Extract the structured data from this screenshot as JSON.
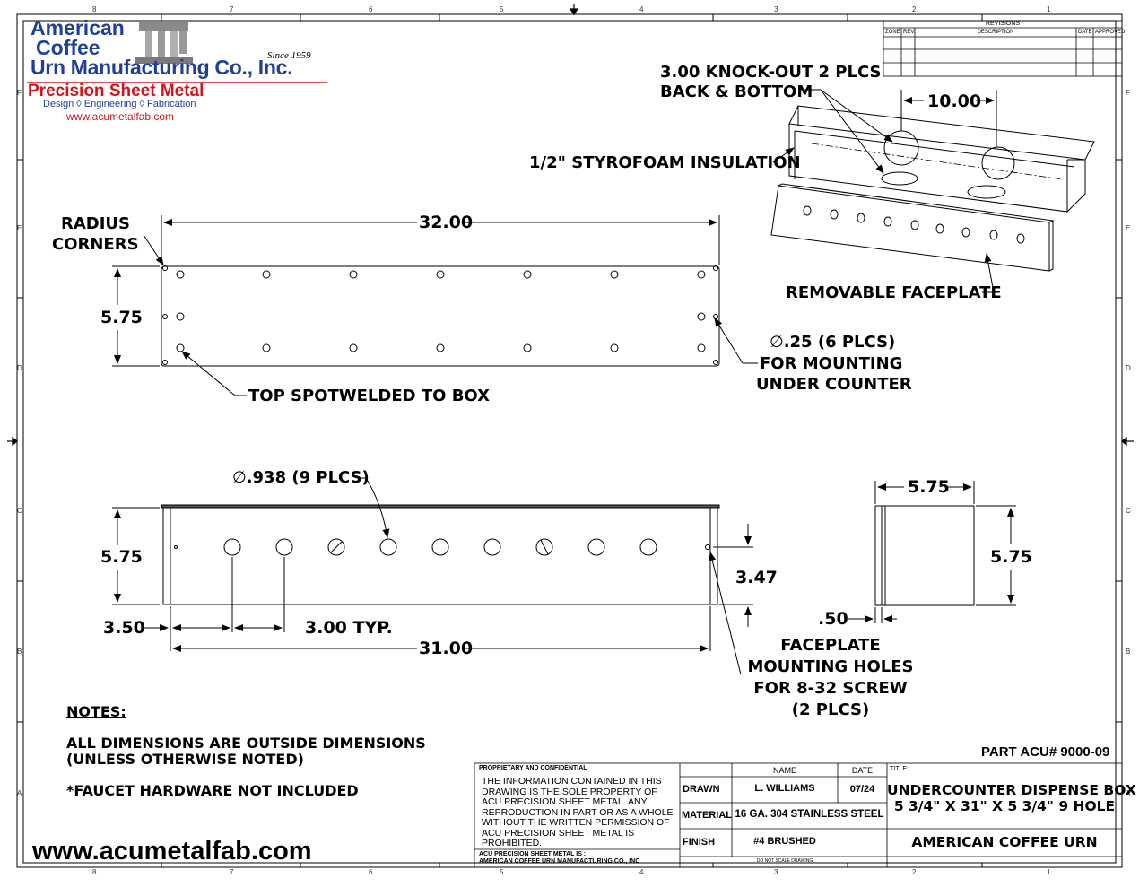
{
  "logo": {
    "line1": "American",
    "line2": "Coffee",
    "line3": "Urn Manufacturing Co., Inc.",
    "since": "Since 1959",
    "tagline": "Precision Sheet Metal",
    "services": "Design ◊ Engineering ◊ Fabrication",
    "website": "www.acumetalfab.com",
    "colors": {
      "blue": "#1f3f9a",
      "red": "#d0141b",
      "grey": "#9a9a9a"
    }
  },
  "zones": {
    "columns": [
      "8",
      "7",
      "6",
      "5",
      "4",
      "3",
      "2",
      "1"
    ],
    "rows": [
      "F",
      "E",
      "D",
      "C",
      "B",
      "A"
    ]
  },
  "revisions": {
    "title": "REVISIONS",
    "headers": [
      "ZONE",
      "REV.",
      "DESCRIPTION",
      "DATE",
      "APPROVED"
    ]
  },
  "top_view": {
    "overall_length": "32.00",
    "height": "5.75",
    "radius_label_1": "RADIUS",
    "radius_label_2": "CORNERS",
    "spotweld_label": "TOP SPOTWELDED TO BOX",
    "mount_hole_1": ".25 (6 PLCS)",
    "mount_hole_2": "FOR MOUNTING",
    "mount_hole_3": "UNDER COUNTER"
  },
  "front_view": {
    "hole_callout": ".938 (9 PLCS)",
    "height": "5.75",
    "hole_height": "3.47",
    "first_hole": "3.50",
    "spacing": "3.00 TYP.",
    "length": "31.00",
    "faceplate_1": "FACEPLATE",
    "faceplate_2": "MOUNTING HOLES",
    "faceplate_3": "FOR 8-32 SCREW",
    "faceplate_4": "(2 PLCS)"
  },
  "side_view": {
    "width": "5.75",
    "height": "5.75",
    "flange": ".50"
  },
  "iso_view": {
    "knockout_1": "3.00 KNOCK-OUT 2 PLCS",
    "knockout_2": "BACK & BOTTOM",
    "knockout_spacing": "10.00",
    "insulation": "1/2\" STYROFOAM INSULATION",
    "faceplate": "REMOVABLE FACEPLATE"
  },
  "notes": {
    "heading": "NOTES:",
    "line1": "ALL DIMENSIONS ARE OUTSIDE DIMENSIONS",
    "line2": "(UNLESS OTHERWISE NOTED)",
    "line3": "*FAUCET HARDWARE NOT INCLUDED"
  },
  "footer_url": "www.acumetalfab.com",
  "part_number": "PART ACU# 9000-09",
  "title_block": {
    "proprietary": "PROPRIETARY AND CONFIDENTIAL",
    "confidential_text": [
      "THE INFORMATION CONTAINED IN THIS",
      "DRAWING IS THE SOLE PROPERTY OF",
      "ACU PRECISION SHEET METAL.  ANY",
      "REPRODUCTION IN PART OR AS A WHOLE",
      "WITHOUT THE WRITTEN PERMISSION OF",
      "ACU PRECISION SHEET METAL IS",
      "PROHIBITED."
    ],
    "owner_1": "ACU PRECISION SHEET METAL IS :",
    "owner_2": "AMERICAN COFFEE URN MANUFACTURING CO., INC",
    "name_header": "NAME",
    "date_header": "DATE",
    "title_header": "TITLE:",
    "drawn_label": "DRAWN",
    "drawn_name": "L. WILLIAMS",
    "drawn_date": "07/24",
    "material_label": "MATERIAL",
    "material_value": "16 GA. 304 STAINLESS STEEL",
    "finish_label": "FINISH",
    "finish_value": "#4 BRUSHED",
    "no_scale": "DO NOT SCALE DRAWING",
    "title_1": "UNDERCOUNTER DISPENSE BOX",
    "title_2": "5 3/4\" X 31\" X 5 3/4\"  9 HOLE",
    "company": "AMERICAN COFFEE URN"
  }
}
